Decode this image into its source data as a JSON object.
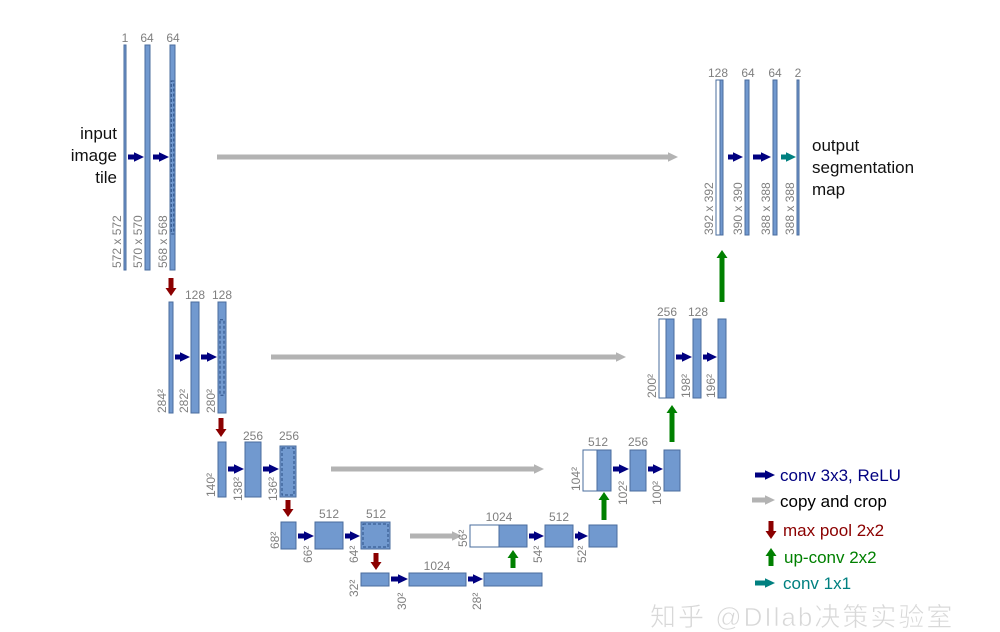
{
  "input_label": [
    "input",
    "image",
    "tile"
  ],
  "output_label": [
    "output",
    "segmentation",
    "map"
  ],
  "channels": {
    "l1": [
      "1",
      "64",
      "64"
    ],
    "r1": [
      "128",
      "64",
      "64",
      "2"
    ],
    "l2": [
      "128",
      "128"
    ],
    "r2": [
      "256",
      "128"
    ],
    "l3": [
      "256",
      "256"
    ],
    "r3": [
      "512",
      "256"
    ],
    "l4": [
      "512",
      "512"
    ],
    "r4": [
      "1024",
      "512"
    ],
    "b": [
      "1024"
    ]
  },
  "sizes": {
    "l1": [
      "572 x 572",
      "570 x 570",
      "568 x 568"
    ],
    "r1": [
      "392 x 392",
      "390 x 390",
      "388 x 388",
      "388 x 388"
    ],
    "l2": [
      "284²",
      "282²",
      "280²"
    ],
    "r2": [
      "200²",
      "198²",
      "196²"
    ],
    "l3": [
      "140²",
      "138²",
      "136²"
    ],
    "r3": [
      "104²",
      "102²",
      "100²"
    ],
    "l4": [
      "68²",
      "66²",
      "64²"
    ],
    "r4": [
      "56²",
      "54²",
      "52²"
    ],
    "b": [
      "32²",
      "30²",
      "28²"
    ]
  },
  "legend": [
    {
      "label": "conv 3x3, ReLU",
      "color": "#000080",
      "icon": "arrow-right"
    },
    {
      "label": "copy and crop",
      "color": "#000000",
      "icon": "gray-arrow-right"
    },
    {
      "label": "max pool 2x2",
      "color": "#8b0000",
      "icon": "arrow-down"
    },
    {
      "label": "up-conv 2x2",
      "color": "#008000",
      "icon": "arrow-up"
    },
    {
      "label": "conv 1x1",
      "color": "#008080",
      "icon": "teal-arrow-right"
    }
  ],
  "watermark": "知乎 @DIlab决策实验室",
  "colors": {
    "feature_map_fill": "#7199cf",
    "feature_map_stroke": "#4a6c9e",
    "conv": "#000080",
    "copy": "#b3b3b3",
    "pool": "#8b0000",
    "upconv": "#008000",
    "conv1x1": "#008080"
  }
}
